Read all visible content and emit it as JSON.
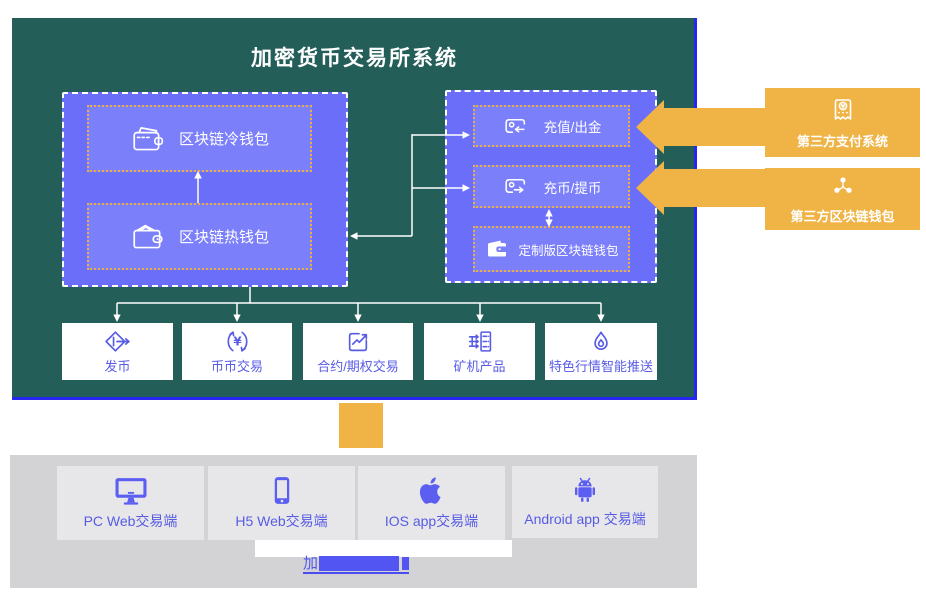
{
  "title": "加密货币交易所系统",
  "wallet_group": {
    "items": [
      {
        "label": "区块链冷钱包",
        "icon": "cold-wallet-icon"
      },
      {
        "label": "区块链热钱包",
        "icon": "hot-wallet-icon"
      }
    ]
  },
  "funding_group": {
    "items": [
      {
        "label": "充值/出金",
        "icon": "cash-in-out-icon"
      },
      {
        "label": "充币/提币",
        "icon": "coin-in-out-icon"
      },
      {
        "label": "定制版区块链钱包",
        "icon": "custom-wallet-icon"
      }
    ]
  },
  "products": [
    {
      "label": "发币",
      "icon": "issue-coin-icon"
    },
    {
      "label": "币币交易",
      "icon": "coin-exchange-icon"
    },
    {
      "label": "合约/期权交易",
      "icon": "contract-chart-icon"
    },
    {
      "label": "矿机产品",
      "icon": "mining-rig-icon"
    },
    {
      "label": "特色行情智能推送",
      "icon": "flame-icon"
    }
  ],
  "external": [
    {
      "label": "第三方支付系统",
      "icon": "payment-receipt-icon"
    },
    {
      "label": "第三方区块链钱包",
      "icon": "blockchain-network-icon"
    }
  ],
  "clients": [
    {
      "label": "PC Web交易端",
      "icon": "monitor-icon"
    },
    {
      "label": "H5 Web交易端",
      "icon": "smartphone-icon"
    },
    {
      "label": "IOS app交易端",
      "icon": "apple-icon"
    },
    {
      "label": "Android app 交易端",
      "icon": "android-icon"
    }
  ],
  "footer_link": {
    "visible_text": "加"
  },
  "colors": {
    "panel_green": "#245E59",
    "panel_blue_edge": "#2824F2",
    "group_purple": "#6A6EF8",
    "node_purple": "#7B7FFA",
    "node_dotted_border": "#EDAD3F",
    "external_orange": "#EFB445",
    "product_text": "#585CE5",
    "client_panel_gray": "#D3D3D5",
    "client_box_gray": "#E7E7EA",
    "link_blue": "#5355F2"
  }
}
